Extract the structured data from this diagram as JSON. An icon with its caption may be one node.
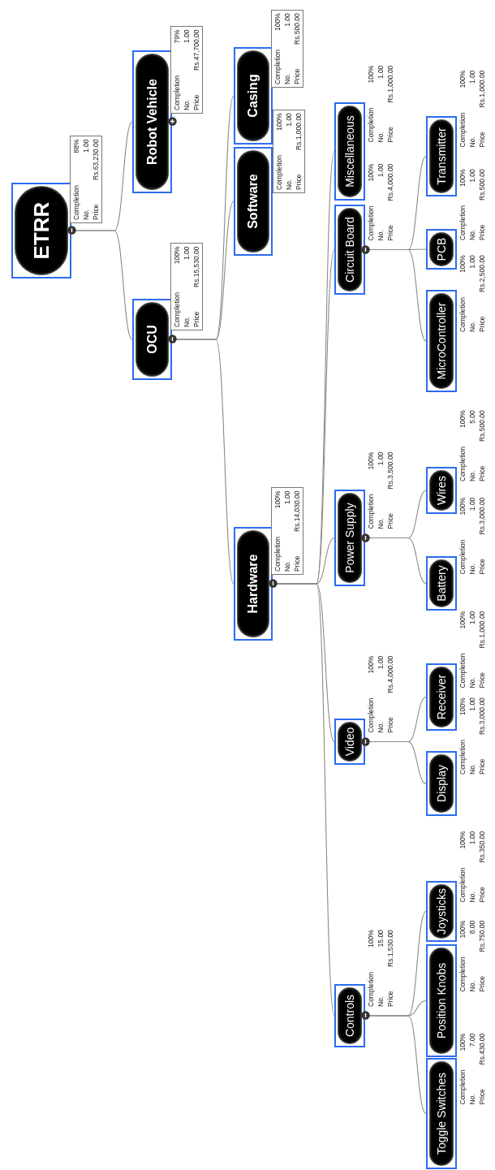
{
  "diagram": {
    "nodes": [
      {
        "text": [
          "ETRR"
        ],
        "beside": [
          "Completion",
          "88%",
          "No.",
          "1.00",
          "Price",
          "Rs.63,230.00"
        ]
      },
      {
        "text": [
          "Robot Vehicle"
        ],
        "beside": [
          "Completion",
          "79%",
          "No.",
          "1.00",
          "Price",
          "Rs.47,700.00"
        ]
      },
      {
        "text": [
          "OCU"
        ],
        "beside": [
          "Completion",
          "100%",
          "No.",
          "1.00",
          "Price",
          "Rs.15,530.00"
        ]
      },
      {
        "text": [
          "Software"
        ],
        "beside": [
          "Completion",
          "100%",
          "No.",
          "1.00",
          "Price",
          "Rs.1,000.00"
        ]
      },
      {
        "text": [
          "Casing"
        ],
        "beside": [
          "Completion",
          "100%",
          "No.",
          "1.00",
          "Price",
          "Rs.500.00"
        ]
      },
      {
        "text": [
          "Hardware"
        ],
        "beside": [
          "Completion",
          "100%",
          "No.",
          "1.00",
          "Price",
          "Rs.14,030.00"
        ]
      },
      {
        "text": [
          "Controls"
        ],
        "beside": [
          "Completion",
          "100%",
          "No.",
          "15.00",
          "Price",
          "Rs.1,530.00"
        ]
      },
      {
        "text": [
          "Toggle Switches"
        ],
        "beside": [
          "Completion",
          "100%",
          "No.",
          "7.00",
          "Price",
          "Rs.430.00"
        ]
      },
      {
        "text": [
          "Position Knobs"
        ],
        "beside": [
          "Completion",
          "100%",
          "No.",
          "8.00",
          "Price",
          "Rs.750.00"
        ]
      },
      {
        "text": [
          "Joysticks"
        ],
        "beside": [
          "Completion",
          "100%",
          "No.",
          "1.00",
          "Price",
          "Rs.350.00"
        ]
      },
      {
        "text": [
          "Video"
        ],
        "beside": [
          "Completion",
          "100%",
          "No.",
          "1.00",
          "Price",
          "Rs.4,000.00"
        ]
      },
      {
        "text": [
          "Display"
        ],
        "beside": [
          "Completion",
          "100%",
          "No.",
          "1.00",
          "Price",
          "Rs.3,000.00"
        ]
      },
      {
        "text": [
          "Receiver"
        ],
        "beside": [
          "Completion",
          "100%",
          "No.",
          "1.00",
          "Price",
          "Rs.1,000.00"
        ]
      },
      {
        "text": [
          "Power Supply"
        ],
        "beside": [
          "Completion",
          "100%",
          "No.",
          "1.00",
          "Price",
          "Rs.3,500.00"
        ]
      },
      {
        "text": [
          "Battery"
        ],
        "beside": [
          "Completion",
          "100%",
          "No.",
          "1.00",
          "Price",
          "Rs.3,000.00"
        ]
      },
      {
        "text": [
          "Wires"
        ],
        "beside": [
          "Completion",
          "100%",
          "No.",
          "5.00",
          "Price",
          "Rs.500.00"
        ]
      },
      {
        "text": [
          "Circuit Board"
        ],
        "beside": [
          "Completion",
          "100%",
          "No.",
          "1.00",
          "Price",
          "Rs.4,000.00"
        ]
      },
      {
        "text": [
          "MicroController"
        ],
        "beside": [
          "Completion",
          "100%",
          "No.",
          "1.00",
          "Price",
          "Rs.2,500.00"
        ]
      },
      {
        "text": [
          "PCB"
        ],
        "beside": [
          "Completion",
          "100%",
          "No.",
          "1.00",
          "Price",
          "Rs.500.00"
        ]
      },
      {
        "text": [
          "Transmitter"
        ],
        "beside": [
          "Completion",
          "100%",
          "No.",
          "1.00",
          "Price",
          "Rs.1,000.00"
        ]
      },
      {
        "text": [
          "Miscellaneous"
        ],
        "beside": [
          "Completion",
          "100%",
          "No.",
          "1.00",
          "Price",
          "Rs.1,000.00"
        ]
      }
    ],
    "edges": [
      {
        "from": 0,
        "to": 1,
        "arrow": "none"
      },
      {
        "from": 0,
        "to": 2,
        "arrow": "none"
      },
      {
        "from": 2,
        "to": 3,
        "arrow": "none"
      },
      {
        "from": 2,
        "to": 4,
        "arrow": "none"
      },
      {
        "from": 2,
        "to": 5,
        "arrow": "none"
      },
      {
        "from": 5,
        "to": 6,
        "arrow": "none"
      },
      {
        "from": 5,
        "to": 10,
        "arrow": "none"
      },
      {
        "from": 5,
        "to": 13,
        "arrow": "none"
      },
      {
        "from": 5,
        "to": 16,
        "arrow": "none"
      },
      {
        "from": 5,
        "to": 20,
        "arrow": "none"
      },
      {
        "from": 6,
        "to": 7,
        "arrow": "none"
      },
      {
        "from": 6,
        "to": 8,
        "arrow": "none"
      },
      {
        "from": 6,
        "to": 9,
        "arrow": "none"
      },
      {
        "from": 10,
        "to": 11,
        "arrow": "none"
      },
      {
        "from": 10,
        "to": 12,
        "arrow": "none"
      },
      {
        "from": 13,
        "to": 14,
        "arrow": "none"
      },
      {
        "from": 13,
        "to": 15,
        "arrow": "none"
      },
      {
        "from": 16,
        "to": 17,
        "arrow": "none"
      },
      {
        "from": 16,
        "to": 18,
        "arrow": "none"
      },
      {
        "from": 16,
        "to": 19,
        "arrow": "none"
      }
    ]
  }
}
